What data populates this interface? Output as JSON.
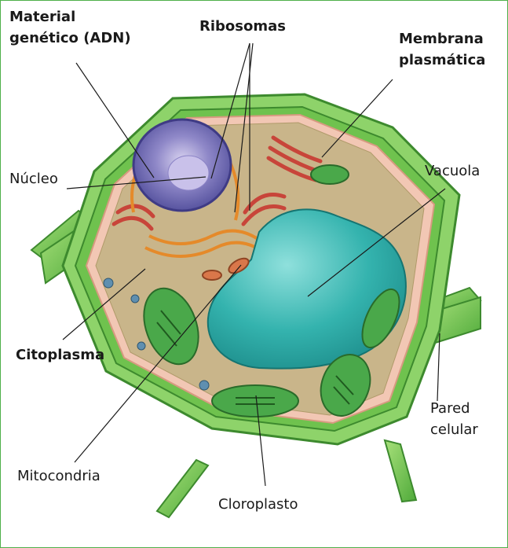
{
  "labels": {
    "material": [
      "Material",
      "genético (ADN)"
    ],
    "ribosomas": "Ribosomas",
    "membrana": [
      "Membrana",
      "plasmática"
    ],
    "nucleo": "Núcleo",
    "vacuola": "Vacuola",
    "citoplasma": "Citoplasma",
    "pared": [
      "Pared",
      "celular"
    ],
    "mitocondria": "Mitocondria",
    "cloroplasto": "Cloroplasto"
  }
}
